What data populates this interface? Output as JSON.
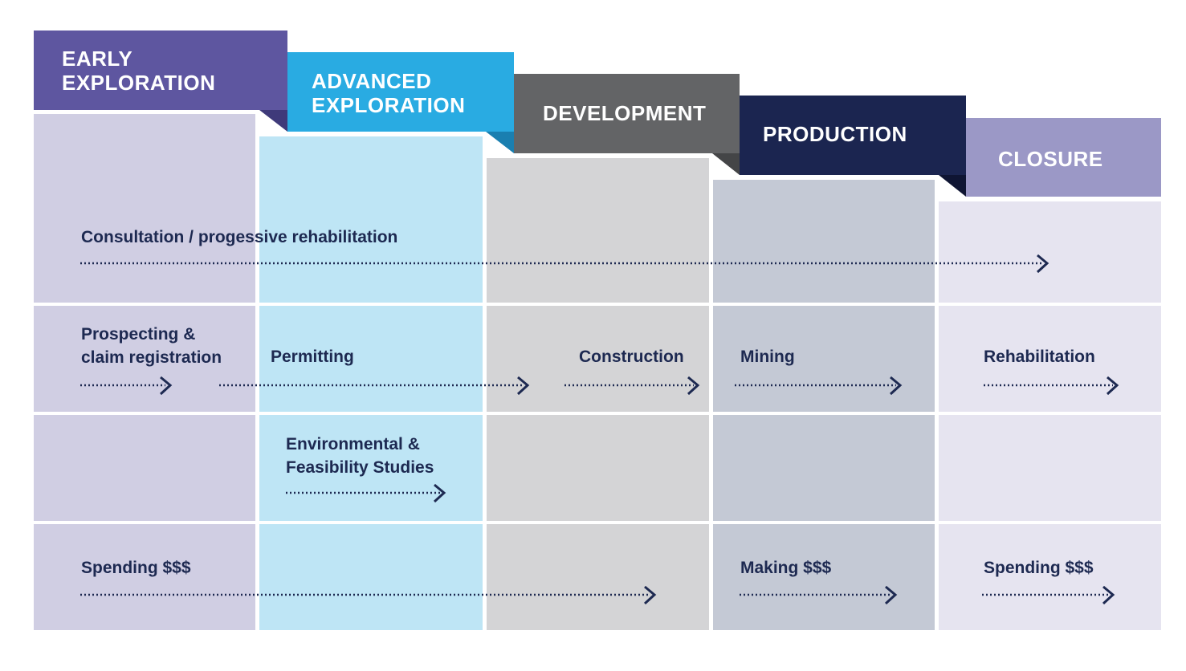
{
  "stages": [
    {
      "name": "EARLY\nEXPLORATION",
      "banner_color": "#5e56a0",
      "fold_color": "#3f3a7a",
      "column_color": "#d0cee3"
    },
    {
      "name": "ADVANCED\nEXPLORATION",
      "banner_color": "#29abe2",
      "fold_color": "#1a7fb0",
      "column_color": "#bee5f5"
    },
    {
      "name": "DEVELOPMENT",
      "banner_color": "#636466",
      "fold_color": "#444547",
      "column_color": "#d4d4d6"
    },
    {
      "name": "PRODUCTION",
      "banner_color": "#1b2550",
      "fold_color": "#0f1533",
      "column_color": "#c4c9d5"
    },
    {
      "name": "CLOSURE",
      "banner_color": "#9b98c6",
      "fold_color": "#6e6aa0",
      "column_color": "#e6e4f0"
    }
  ],
  "rows": [
    {
      "items": [
        "Consultation / progessive rehabilitation"
      ]
    },
    {
      "items": [
        "Prospecting &\nclaim registration",
        "Permitting",
        "Construction",
        "Mining",
        "Rehabilitation"
      ]
    },
    {
      "items": [
        "Environmental &\nFeasibility Studies"
      ]
    },
    {
      "items": [
        "Spending $$$",
        "Making $$$",
        "Spending $$$"
      ]
    }
  ],
  "colors": {
    "text": "#1d2951",
    "arrow": "#1d2951"
  }
}
